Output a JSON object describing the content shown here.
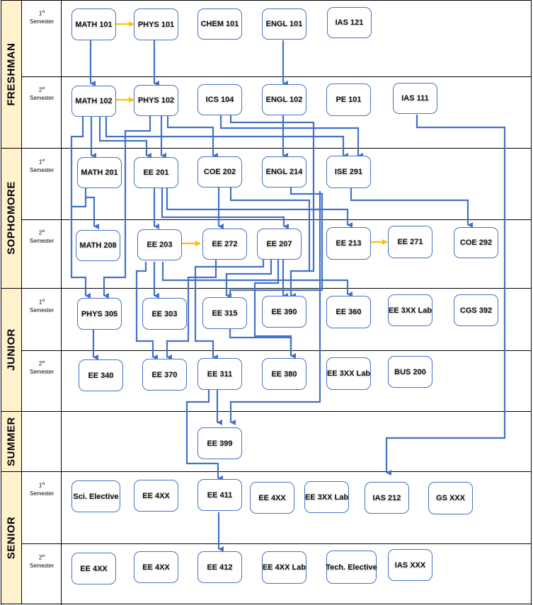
{
  "years": [
    {
      "label": "FRESHMAN"
    },
    {
      "label": "SOPHOMORE"
    },
    {
      "label": "JUNIOR"
    },
    {
      "label": "SUMMER"
    },
    {
      "label": "SENIOR"
    }
  ],
  "semesters": {
    "first": {
      "num": "1",
      "sup": "st",
      "word": "Semester"
    },
    "second": {
      "num": "2",
      "sup": "st",
      "word": "Semester"
    }
  },
  "colors": {
    "connector": "#4472c4",
    "corequisite": "#ffc000",
    "year_band": "#fff2cc"
  },
  "courses": {
    "math101": "MATH 101",
    "phys101": "PHYS 101",
    "chem101": "CHEM 101",
    "engl101": "ENGL 101",
    "ias121": "IAS 121",
    "math102": "MATH 102",
    "phys102": "PHYS 102",
    "ics104": "ICS 104",
    "engl102": "ENGL 102",
    "pe101": "PE 101",
    "ias111": "IAS 111",
    "math201": "MATH 201",
    "ee201": "EE 201",
    "coe202": "COE 202",
    "engl214": "ENGL 214",
    "ise291": "ISE 291",
    "math208": "MATH 208",
    "ee203": "EE 203",
    "ee272": "EE 272",
    "ee207": "EE 207",
    "ee213": "EE 213",
    "ee271": "EE 271",
    "coe292": "COE 292",
    "phys305": "PHYS  305",
    "ee303": "EE 303",
    "ee315": "EE 315",
    "ee390": "EE 390",
    "ee360": "EE 360",
    "ee3xxlab1": "EE 3XX Lab",
    "cgs392": "CGS 392",
    "ee340": "EE 340",
    "ee370": "EE 370",
    "ee311": "EE 311",
    "ee380": "EE 380",
    "ee3xxlab2": "EE 3XX Lab",
    "bus200": "BUS 200",
    "ee399": "EE 399",
    "scielective": "Sci. Elective",
    "ee4xx_a": "EE 4XX",
    "ee411": "EE 411",
    "ee4xx_b": "EE 4XX",
    "ee3xxlab3": "EE 3XX Lab",
    "ias212": "IAS 212",
    "gsxxx": "GS XXX",
    "ee4xx_c": "EE 4XX",
    "ee4xx_d": "EE 4XX",
    "ee412": "EE 412",
    "ee4xxlab": "EE 4XX Lab",
    "techelective": "Tech. Elective",
    "iasxxx": "IAS XXX"
  }
}
